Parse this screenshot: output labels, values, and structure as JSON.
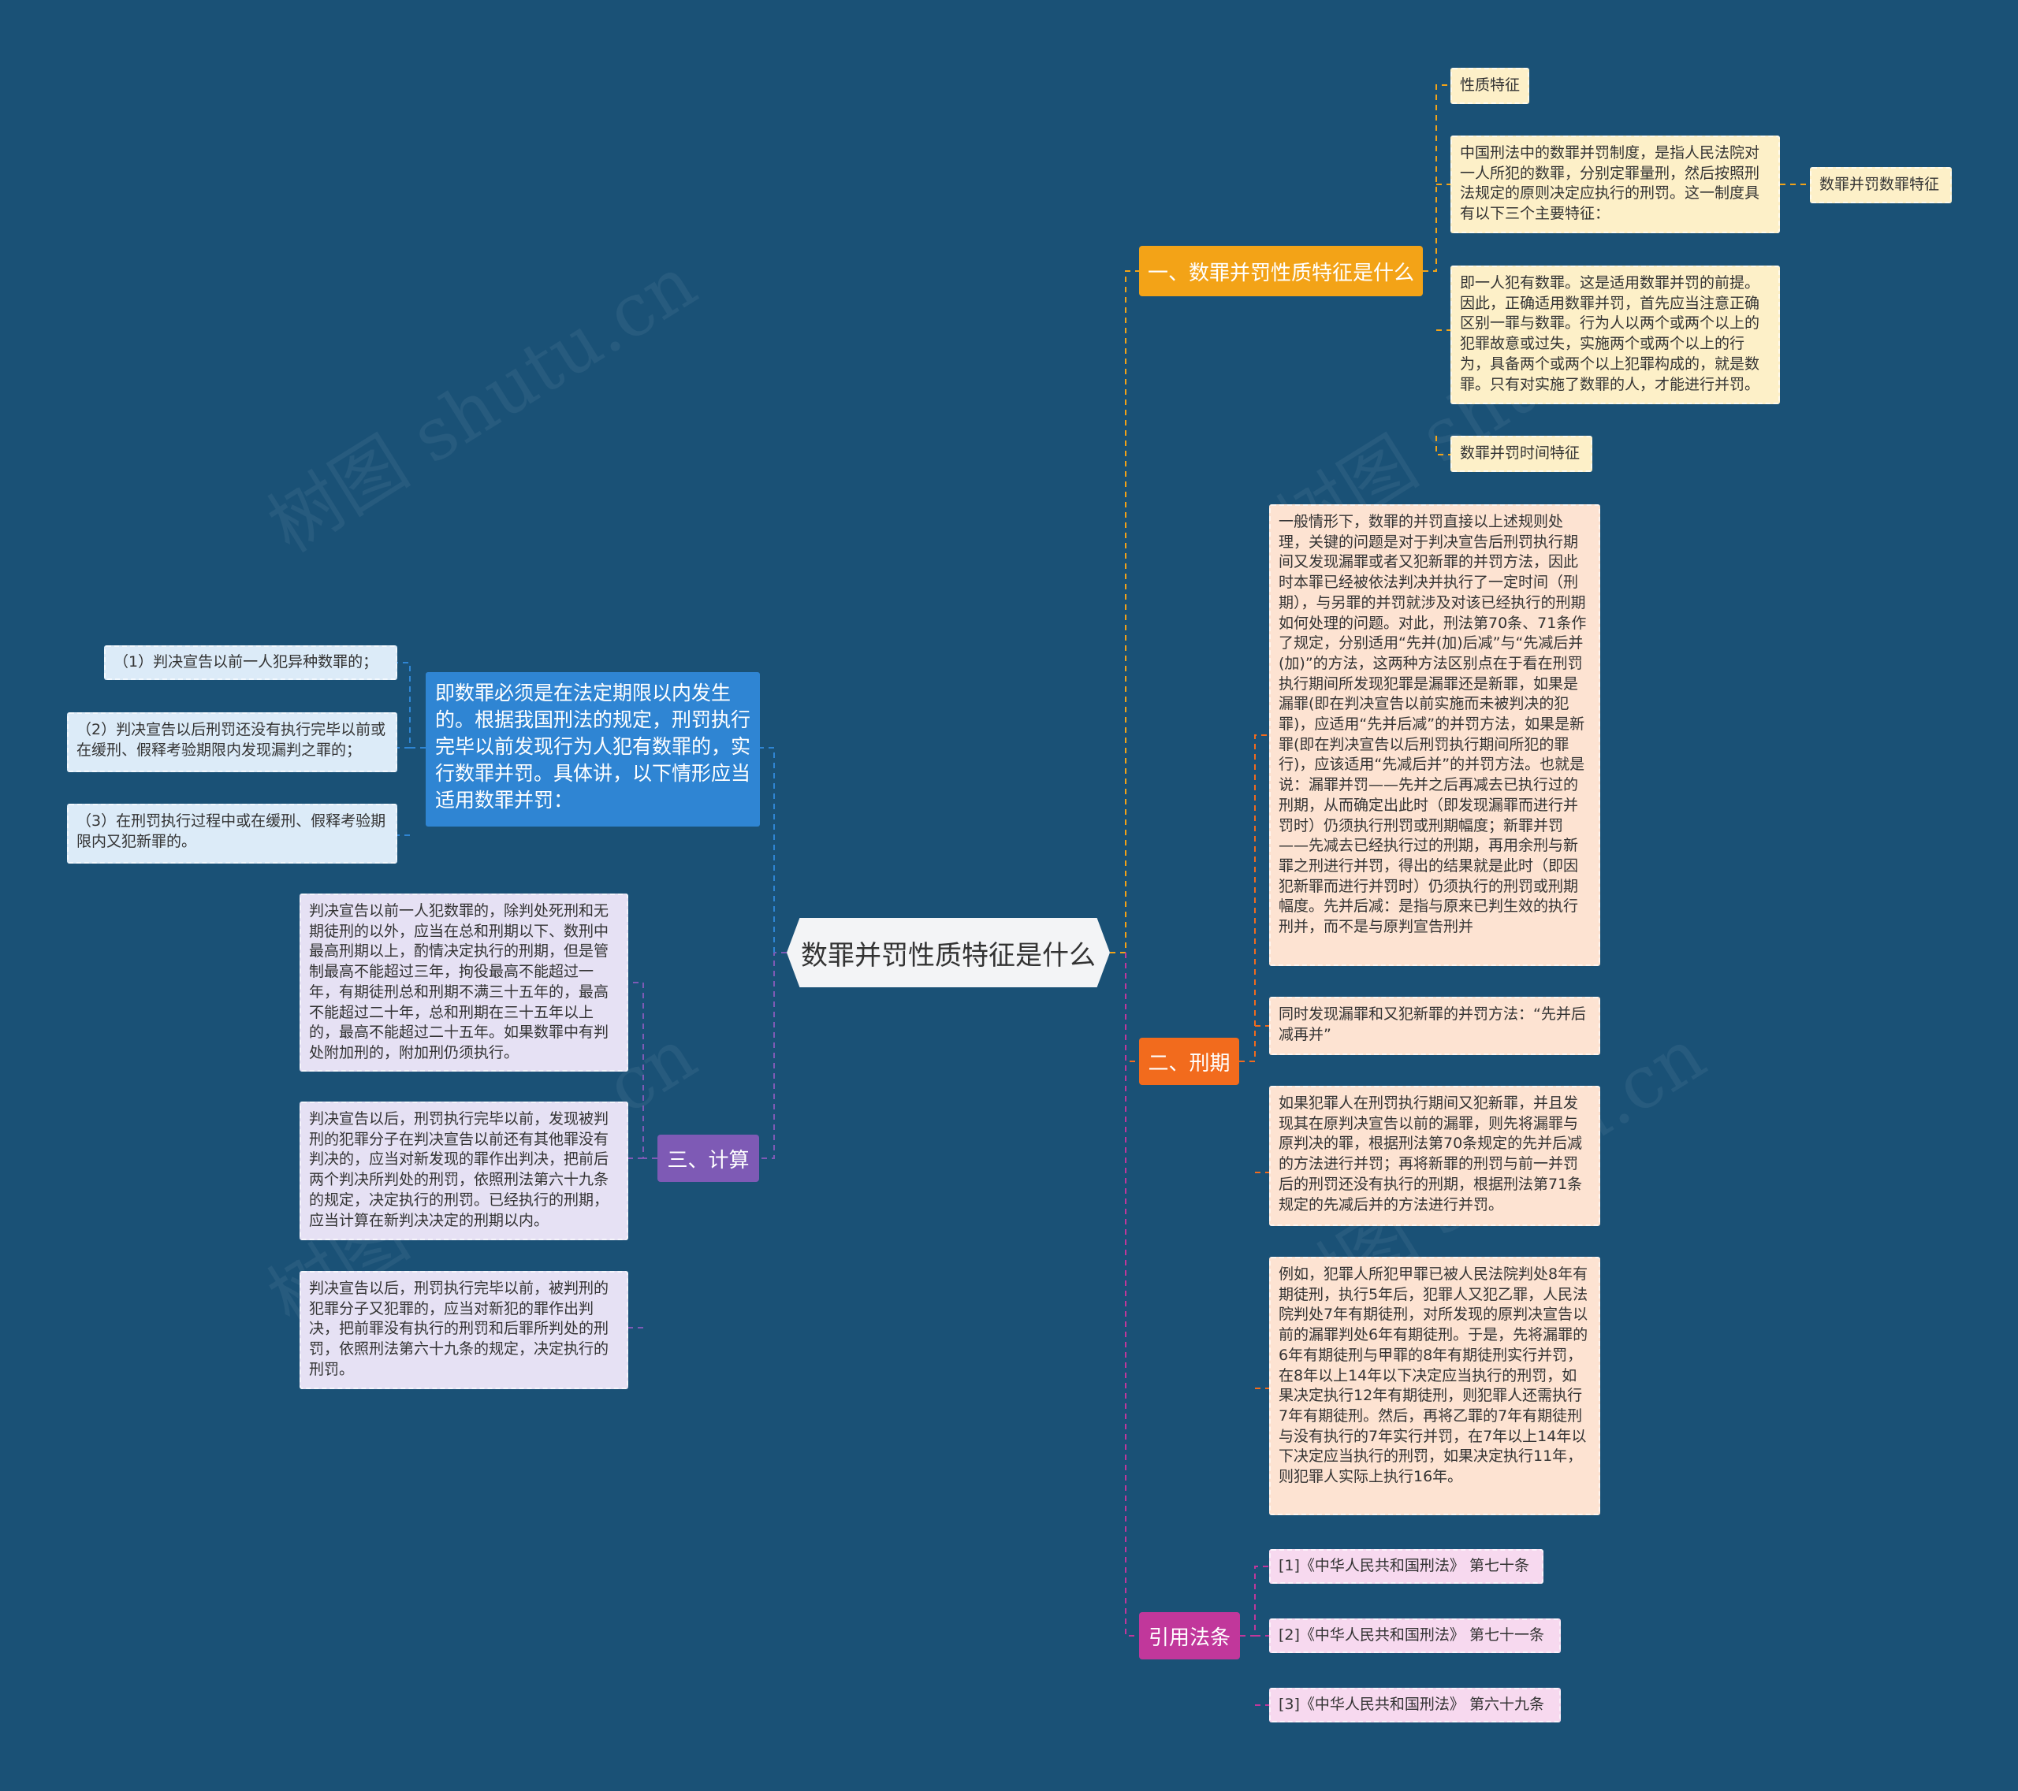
{
  "root": {
    "label": "数罪并罚性质特征是什么"
  },
  "colors": {
    "background": "#1a5176",
    "topic_orange": "#f3a317",
    "topic_red": "#f26b1d",
    "topic_purple": "#7e5ab5",
    "topic_magenta": "#c1379b",
    "summary_blue": "#2f85d3"
  },
  "branches": {
    "one": {
      "title": "一、数罪并罚性质特征是什么",
      "nature_label": "性质特征",
      "intro_text": "中国刑法中的数罪并罚制度，是指人民法院对一人所犯的数罪，分别定罪量刑，然后按照刑法规定的原则决定应执行的刑罚。这一制度具有以下三个主要特征：",
      "count_label": "数罪并罚数罪特征",
      "count_text": "即一人犯有数罪。这是适用数罪并罚的前提。因此，正确适用数罪并罚，首先应当注意正确区别一罪与数罪。行为人以两个或两个以上的犯罪故意或过失，实施两个或两个以上的行为，具备两个或两个以上犯罪构成的，就是数罪。只有对实施了数罪的人，才能进行并罚。",
      "time_label": "数罪并罚时间特征"
    },
    "two": {
      "title": "二、刑期",
      "text1": "一般情形下，数罪的并罚直接以上述规则处理，关键的问题是对于判决宣告后刑罚执行期间又发现漏罪或者又犯新罪的并罚方法，因此时本罪已经被依法判决并执行了一定时间（刑期），与另罪的并罚就涉及对该已经执行的刑期如何处理的问题。对此，刑法第70条、71条作了规定，分别适用“先并(加)后减”与“先减后并(加)”的方法，这两种方法区别点在于看在刑罚执行期间所发现犯罪是漏罪还是新罪，如果是漏罪(即在判决宣告以前实施而未被判决的犯罪)，应适用“先并后减”的并罚方法，如果是新罪(即在判决宣告以后刑罚执行期间所犯的罪行)，应该适用“先减后并”的并罚方法。也就是说：漏罪并罚——先并之后再减去已执行过的刑期，从而确定出此时（即发现漏罪而进行并罚时）仍须执行刑罚或刑期幅度；新罪并罚——先减去已经执行过的刑期，再用余刑与新罪之刑进行并罚，得出的结果就是此时（即因犯新罪而进行并罚时）仍须执行的刑罚或刑期幅度。先并后减：是指与原来已判生效的执行刑并，而不是与原判宣告刑并",
      "text2": "同时发现漏罪和又犯新罪的并罚方法：“先并后减再并”",
      "text3": "如果犯罪人在刑罚执行期间又犯新罪，并且发现其在原判决宣告以前的漏罪，则先将漏罪与原判决的罪，根据刑法第70条规定的先并后减的方法进行并罚；再将新罪的刑罚与前一并罚后的刑罚还没有执行的刑期，根据刑法第71条规定的先减后并的方法进行并罚。",
      "text4": "例如，犯罪人所犯甲罪已被人民法院判处8年有期徒刑，执行5年后，犯罪人又犯乙罪，人民法院判处7年有期徒刑，对所发现的原判决宣告以前的漏罪判处6年有期徒刑。于是，先将漏罪的6年有期徒刑与甲罪的8年有期徒刑实行并罚，在8年以上14年以下决定应当执行的刑罚，如果决定执行12年有期徒刑，则犯罪人还需执行7年有期徒刑。然后，再将乙罪的7年有期徒刑与没有执行的7年实行并罚，在7年以上14年以下决定应当执行的刑罚，如果决定执行11年，则犯罪人实际上执行16年。"
    },
    "three": {
      "title": "三、计算",
      "summary": "即数罪必须是在法定期限以内发生的。根据我国刑法的规定，刑罚执行完毕以前发现行为人犯有数罪的，实行数罪并罚。具体讲，以下情形应当适用数罪并罚：",
      "cases": [
        "（1）判决宣告以前一人犯异种数罪的；",
        "（2）判决宣告以后刑罚还没有执行完毕以前或在缓刑、假释考验期限内发现漏判之罪的；",
        "（3）在刑罚执行过程中或在缓刑、假释考验期限内又犯新罪的。"
      ],
      "text1": "判决宣告以前一人犯数罪的，除判处死刑和无期徒刑的以外，应当在总和刑期以下、数刑中最高刑期以上，酌情决定执行的刑期，但是管制最高不能超过三年，拘役最高不能超过一年，有期徒刑总和刑期不满三十五年的，最高不能超过二十年，总和刑期在三十五年以上的，最高不能超过二十五年。如果数罪中有判处附加刑的，附加刑仍须执行。",
      "text2": "判决宣告以后，刑罚执行完毕以前，发现被判刑的犯罪分子在判决宣告以前还有其他罪没有判决的，应当对新发现的罪作出判决，把前后两个判决所判处的刑罚，依照刑法第六十九条的规定，决定执行的刑罚。已经执行的刑期，应当计算在新判决决定的刑期以内。",
      "text3": "判决宣告以后，刑罚执行完毕以前，被判刑的犯罪分子又犯罪的，应当对新犯的罪作出判决，把前罪没有执行的刑罚和后罪所判处的刑罚，依照刑法第六十九条的规定，决定执行的刑罚。"
    },
    "four": {
      "title": "引用法条",
      "refs": [
        "[1]《中华人民共和国刑法》 第七十条",
        "[2]《中华人民共和国刑法》 第七十一条",
        "[3]《中华人民共和国刑法》 第六十九条"
      ]
    }
  }
}
